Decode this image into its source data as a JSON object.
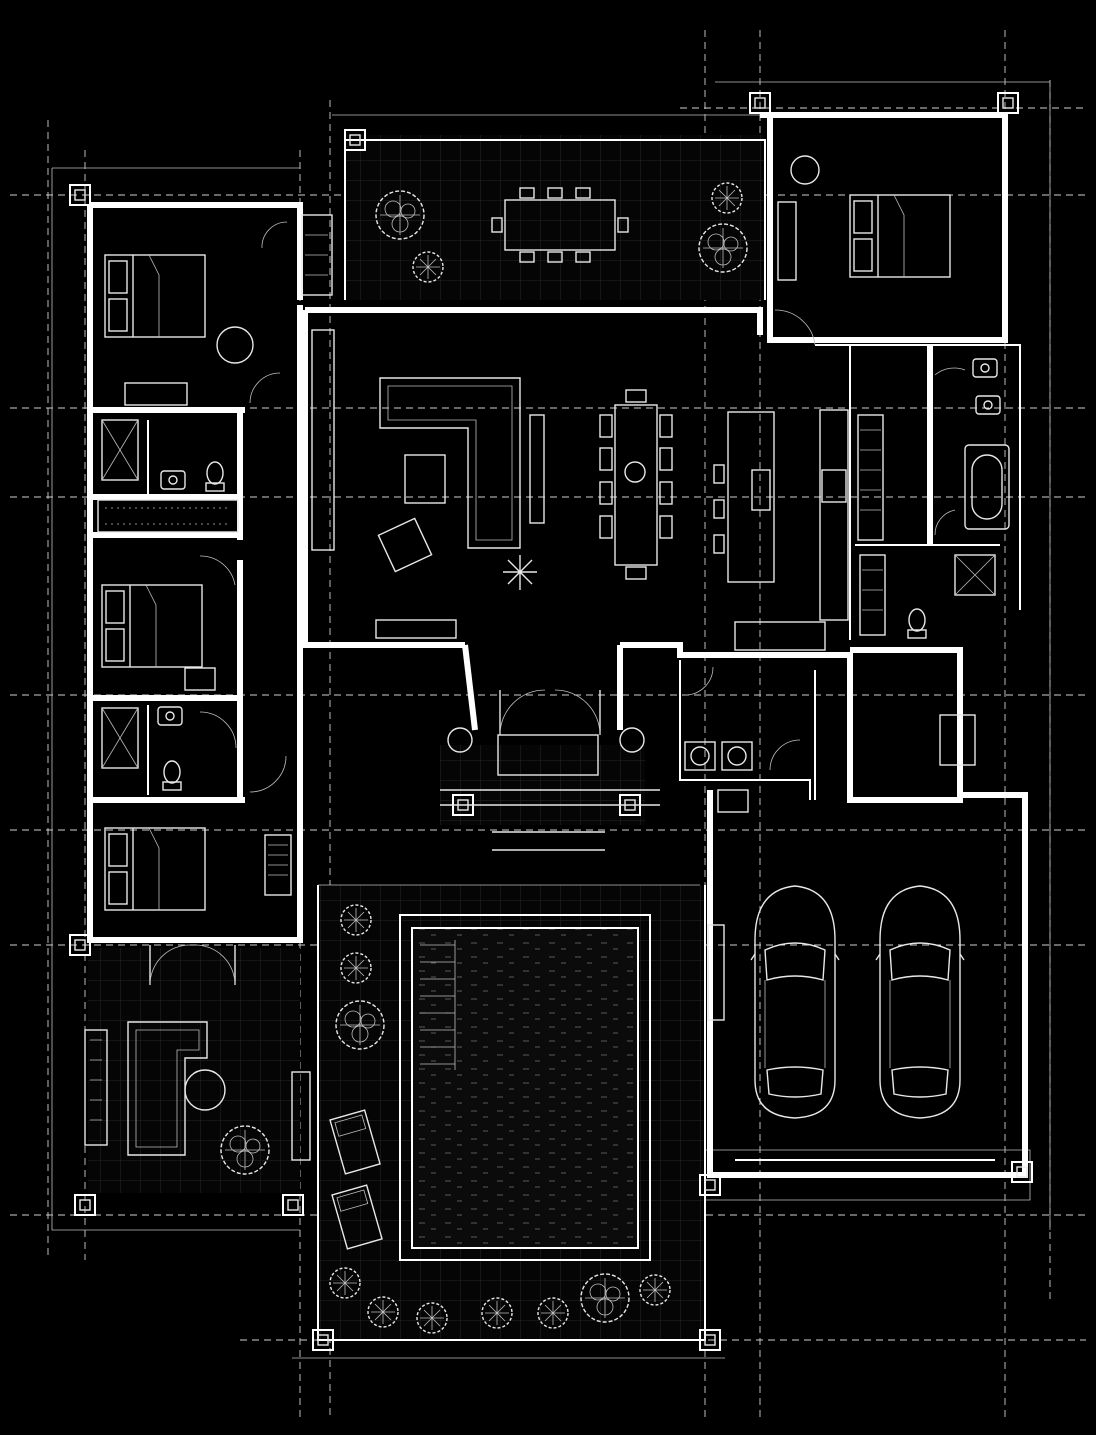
{
  "drawing": {
    "background": "#000000",
    "line_color": "#ffffff",
    "text_labels": []
  },
  "rooms": [
    "bedroom-west-1",
    "bathroom-west-1",
    "closet-west",
    "bedroom-west-2",
    "bathroom-west-2",
    "bedroom-west-3",
    "dining-terrace",
    "living-dining-kitchen",
    "primary-bedroom",
    "primary-bath",
    "laundry",
    "entry-porch",
    "garage",
    "west-patio",
    "pool-courtyard"
  ],
  "icons": {
    "bed": "bed-icon",
    "toilet": "toilet-icon",
    "sink": "sink-icon",
    "shower": "shower-icon",
    "bathtub": "bathtub-icon",
    "sofa": "sofa-icon",
    "table": "dining-table-icon",
    "car": "car-icon",
    "tree": "tree-icon",
    "lounger": "lounger-icon",
    "door": "door-swing-icon"
  }
}
